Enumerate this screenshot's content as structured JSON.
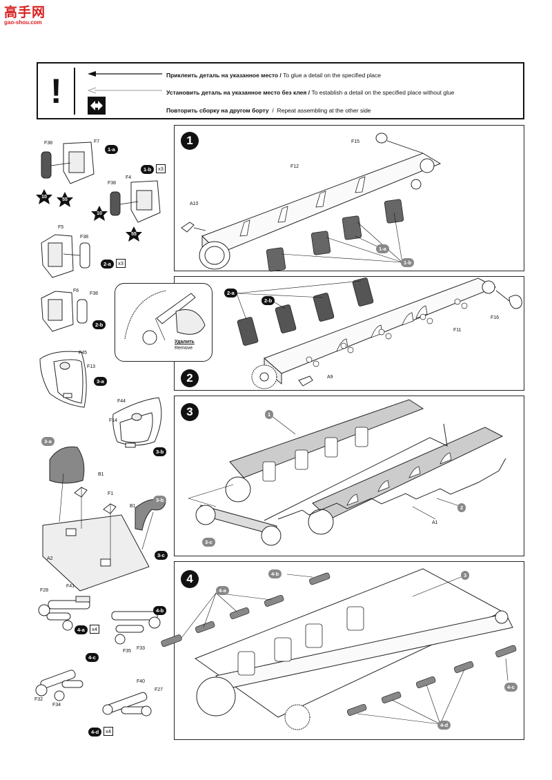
{
  "watermark": {
    "title": "高手网",
    "url": "gao-shou.com"
  },
  "legend": {
    "exclamation": "!",
    "glue": {
      "ru": "Приклеить деталь на указанное место /",
      "en": " To glue a detail on the specified place"
    },
    "noglue": {
      "ru": "Установить деталь на указанное место без клея /",
      "en": " To establish a detail on the specified place without glue"
    },
    "repeat": {
      "ru": "Повторить сборку на другом борту",
      "sep": "  /  ",
      "en": "Repeat assembling at the other side"
    }
  },
  "steps": {
    "s1": {
      "num": "1",
      "labels": {
        "f15": "F15",
        "f12": "F12",
        "a10": "A10"
      },
      "callouts": {
        "c1a": "1-a",
        "c1b": "1-b"
      }
    },
    "s2": {
      "num": "2",
      "labels": {
        "f16": "F16",
        "f11": "F11",
        "a9": "A9"
      },
      "callouts": {
        "c2a": "2-a",
        "c2b": "2-b"
      }
    },
    "s3": {
      "num": "3",
      "labels": {
        "a1": "A1"
      },
      "callouts": {
        "c1": "1",
        "c2": "2",
        "c3c": "3-c"
      }
    },
    "s4": {
      "num": "4",
      "callouts": {
        "c3": "3",
        "c4a": "4-a",
        "c4b": "4-b",
        "c4c": "4-c",
        "c4d": "4-d"
      }
    }
  },
  "remove": {
    "ru": "Удалить",
    "en": "Remove"
  },
  "sub": {
    "s1a": {
      "tag": "1-a",
      "labels": [
        "F38",
        "F7"
      ],
      "stars": [
        "10",
        "55"
      ]
    },
    "s1b": {
      "tag": "1-b",
      "mult": "x3",
      "labels": [
        "F38",
        "F4"
      ],
      "stars": [
        "10",
        "55"
      ]
    },
    "s2a": {
      "tag": "2-a",
      "mult": "x3",
      "labels": [
        "F5",
        "F38"
      ]
    },
    "s2b": {
      "tag": "2-b",
      "labels": [
        "F6",
        "F38"
      ]
    },
    "s3a": {
      "tag": "3-a",
      "labels": [
        "F45",
        "F13"
      ]
    },
    "s3b": {
      "tag": "3-b",
      "labels": [
        "F44",
        "F14"
      ]
    },
    "s3c": {
      "tag": "3-c",
      "tag_a": "3-a",
      "tag_b": "3-b",
      "labels": [
        "B1",
        "F1",
        "B1",
        "A2"
      ]
    },
    "s4a": {
      "tag": "4-a",
      "mult": "x4",
      "labels": [
        "F28",
        "F41"
      ]
    },
    "s4b": {
      "tag": "4-b",
      "labels": [
        "F35",
        "F33"
      ]
    },
    "s4c": {
      "tag": "4-c",
      "labels": [
        "F32",
        "F34"
      ]
    },
    "s4d": {
      "tag": "4-d",
      "mult": "x4",
      "labels": [
        "F40",
        "F27"
      ]
    }
  }
}
